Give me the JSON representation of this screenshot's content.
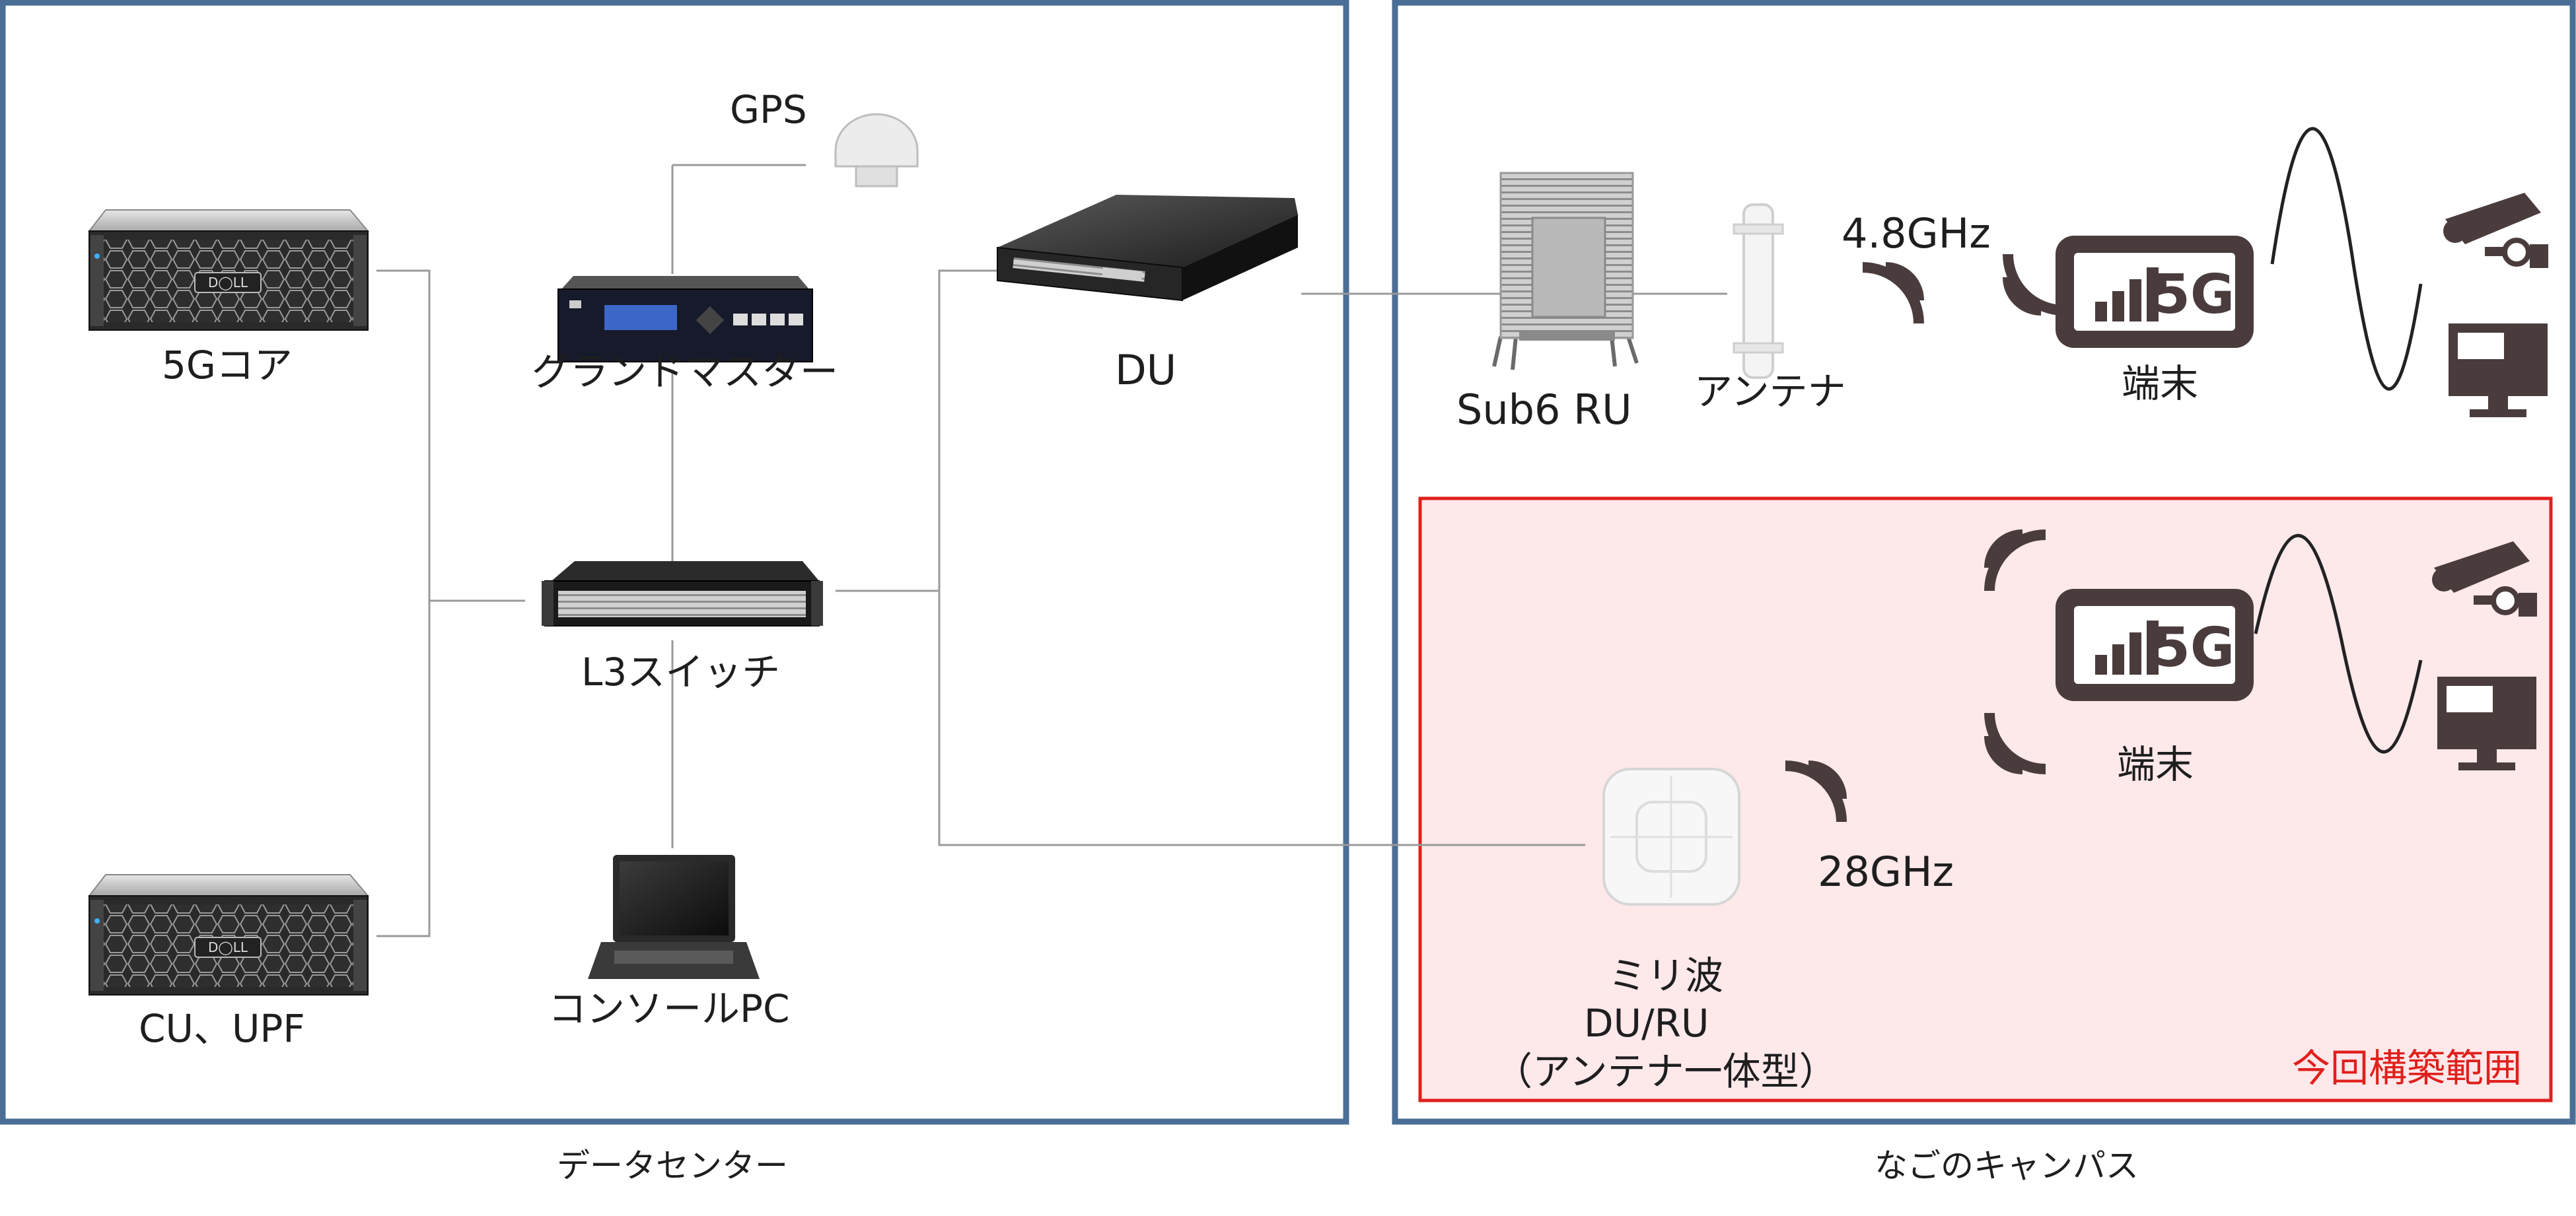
{
  "data_center": {
    "caption": "データセンター",
    "devices": {
      "core": "5Gコア",
      "cu_upf": "CU、UPF",
      "gps": "GPS",
      "grandmaster": "グランドマスター",
      "l3_switch": "L3スイッチ",
      "console_pc": "コンソールPC",
      "du": "DU"
    }
  },
  "campus": {
    "caption": "なごのキャンパス",
    "sub6": {
      "ru": "Sub6 RU",
      "antenna": "アンテナ",
      "frequency": "4.8GHz",
      "terminal": "端末"
    },
    "mmwave": {
      "scope_label": "今回構築範囲",
      "frequency": "28GHz",
      "terminal": "端末",
      "unit_line1": "ミリ波",
      "unit_line2": "DU/RU",
      "unit_line3": "（アンテナ一体型）"
    },
    "terminal_badge": "5G"
  },
  "colors": {
    "frame_blue": "#4a6e95",
    "scope_red": "#e0201c",
    "scope_fill": "#fde8ea",
    "icon_dark": "#4a3c3c",
    "line_gray": "#9a9a9a"
  },
  "icons": [
    "rack-server-icon",
    "gps-antenna-icon",
    "grandmaster-clock-icon",
    "network-switch-icon",
    "laptop-icon",
    "du-server-icon",
    "radio-unit-icon",
    "antenna-icon",
    "wireless-signal-icon",
    "5g-terminal-icon",
    "security-camera-icon",
    "monitor-icon",
    "mmwave-radio-icon"
  ]
}
